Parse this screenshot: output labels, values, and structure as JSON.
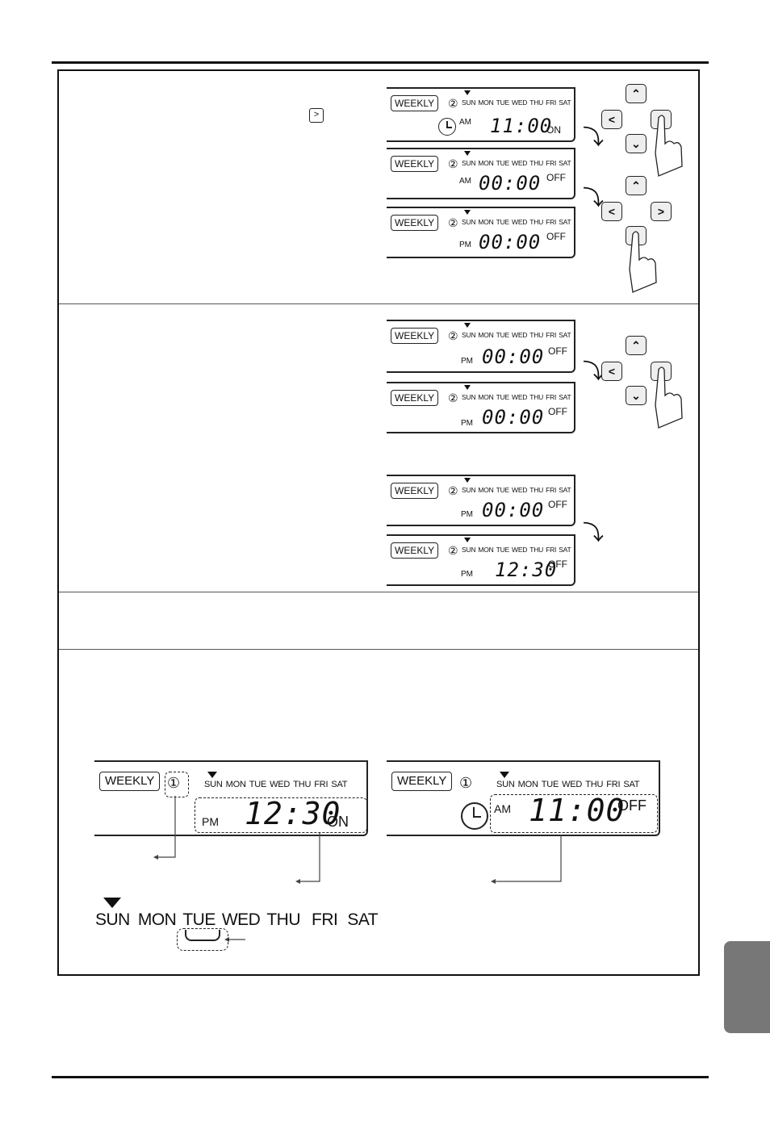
{
  "lcd_common": {
    "weekly_label": "WEEKLY",
    "days": [
      "SUN",
      "MON",
      "TUE",
      "WED",
      "THU",
      "FRI",
      "SAT"
    ]
  },
  "step1": {
    "set_button_icon": "right-arrow-button-icon",
    "displays": [
      {
        "prog": "②",
        "ampm": "AM",
        "time": "11:00",
        "state": "ON",
        "clock": true
      },
      {
        "prog": "②",
        "ampm": "AM",
        "time": "00:00",
        "state": "OFF",
        "clock": false
      },
      {
        "prog": "②",
        "ampm": "PM",
        "time": "00:00",
        "state": "OFF",
        "clock": false
      }
    ]
  },
  "step2": {
    "displays": [
      {
        "prog": "②",
        "ampm": "PM",
        "time": "00:00",
        "state": "OFF"
      },
      {
        "prog": "②",
        "ampm": "PM",
        "time": "00:00",
        "state": "OFF"
      },
      {
        "prog": "②",
        "ampm": "PM",
        "time": "00:00",
        "state": "OFF"
      },
      {
        "prog": "②",
        "ampm": "PM",
        "time": "12:30",
        "state": "OFF"
      }
    ]
  },
  "example": {
    "left": {
      "prog": "①",
      "ampm": "PM",
      "time": "12:30",
      "state": "ON"
    },
    "right": {
      "prog": "①",
      "ampm": "AM",
      "time": "11:00",
      "state": "OFF"
    },
    "day_row": [
      "SUN",
      "MON",
      "TUE",
      "WED",
      "THU",
      "FRI",
      "SAT"
    ]
  }
}
